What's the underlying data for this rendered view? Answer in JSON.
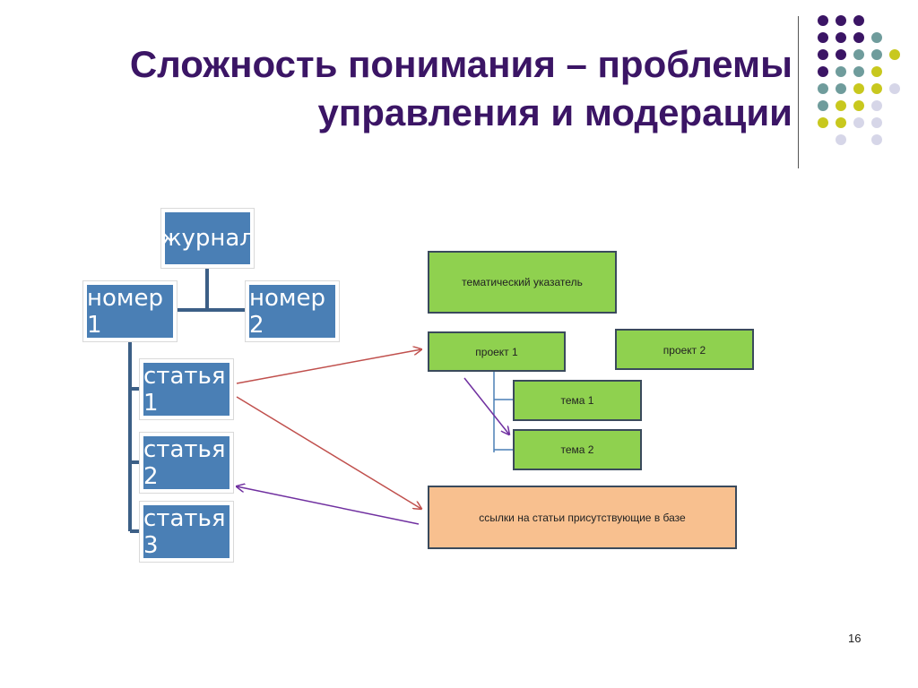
{
  "slide": {
    "title_line1": "Сложность понимания – проблемы",
    "title_line2": "управления и модерации",
    "page_number": "16"
  },
  "tree": {
    "root": "журнал",
    "issue1": "номер 1",
    "issue2": "номер 2",
    "article1": "статья 1",
    "article2": "статья 2",
    "article3": "статья 3"
  },
  "index": {
    "thematic": "тематический указатель",
    "project1": "проект 1",
    "project2": "проект 2",
    "topic1": "тема 1",
    "topic2": "тема 2",
    "links": "ссылки на статьи присутствующие в базе"
  },
  "colors": {
    "title": "#3b1565",
    "tree_box": "#4a7fb5",
    "tree_line": "#3c5f86",
    "green_box": "#8fd14f",
    "peach_box": "#f8c08f",
    "arrow_red": "#c0504d",
    "arrow_purple": "#7030a0",
    "dot_purple": "#3b1565",
    "dot_teal": "#6f9c9c",
    "dot_yellow": "#c8c81e",
    "dot_lavender": "#d6d6e8"
  }
}
